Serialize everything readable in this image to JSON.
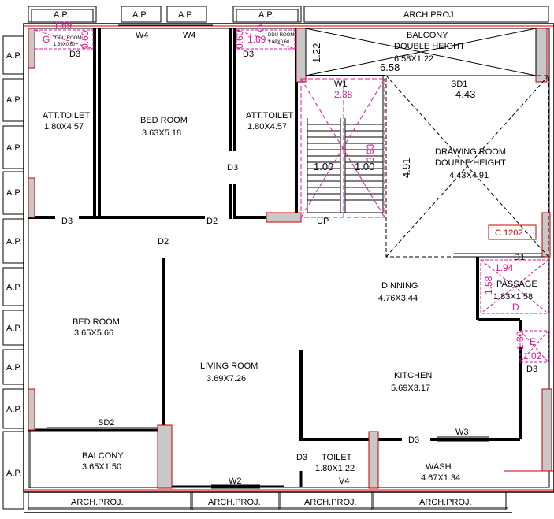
{
  "ap": {
    "label": "A.P."
  },
  "arch_proj": {
    "label": "ARCH.PROJ."
  },
  "balcony_top": {
    "name": "BALCONY",
    "name2": "DOUBLE HEIGHT",
    "size": "6.58X1.22",
    "dim_side": "1.22",
    "dim_width": "6.58"
  },
  "att_toilet_left": {
    "name": "ATT.TOILET",
    "size": "1.80X4.57"
  },
  "att_toilet_right": {
    "name": "ATT.TOILET",
    "size": "1.80X4.57"
  },
  "bed_room_top": {
    "name": "BED ROOM",
    "size": "3.63X5.18"
  },
  "bed_room_left": {
    "name": "BED ROOM",
    "size": "3.65X5.66"
  },
  "drawing_room": {
    "name": "DRAWING ROOM",
    "name2": "DOUBLE HEIGHT",
    "size": "4.43X4.91",
    "dim_w": "4.43",
    "dim_h": "4.91"
  },
  "dinning": {
    "name": "DINNING",
    "size": "4.76X3.44"
  },
  "passage": {
    "name": "PASSAGE",
    "size": "1.83X1.58",
    "dim_w": "1.94",
    "dim_h": "1.58",
    "letter": "D"
  },
  "living_room": {
    "name": "LIVING ROOM",
    "size": "3.69X7.26"
  },
  "kitchen": {
    "name": "KITCHEN",
    "size": "5.69X3.17"
  },
  "balcony_bottom": {
    "name": "BALCONY",
    "size": "3.65X1.50"
  },
  "toilet": {
    "name": "TOILET",
    "size": "1.80X1.22"
  },
  "wash": {
    "name": "WASH",
    "size": "4.67X1.34"
  },
  "stair": {
    "up": "UP",
    "left": "1.00",
    "right": "1.00",
    "dim_w": "2.38",
    "dim_h": "3.93"
  },
  "duct_left": {
    "g": "G",
    "name": "DDU ROOM",
    "size": "1.69X0.60",
    "dim_w": "1.69",
    "dim_h": "0.60"
  },
  "duct_right": {
    "g": "G",
    "name": "DDU ROOM",
    "size": "1.69X0.60",
    "dim_w": "1.69",
    "dim_h": "0.60"
  },
  "small_e": {
    "letter": "E",
    "dim_w": "1.02",
    "dim_h": "1.30"
  },
  "column_tag": {
    "label": "C 1202"
  },
  "openings": {
    "w4": "W4",
    "w1": "W1",
    "w2": "W2",
    "w3": "W3",
    "v4": "V4",
    "d1": "D1",
    "d2": "D2",
    "d3": "D3",
    "sd1": "SD1",
    "sd2": "SD2"
  },
  "colors": {
    "wall": "#000000",
    "magenta": "#e0169c",
    "red": "#cc0000",
    "fill": "#c8c8c8"
  }
}
